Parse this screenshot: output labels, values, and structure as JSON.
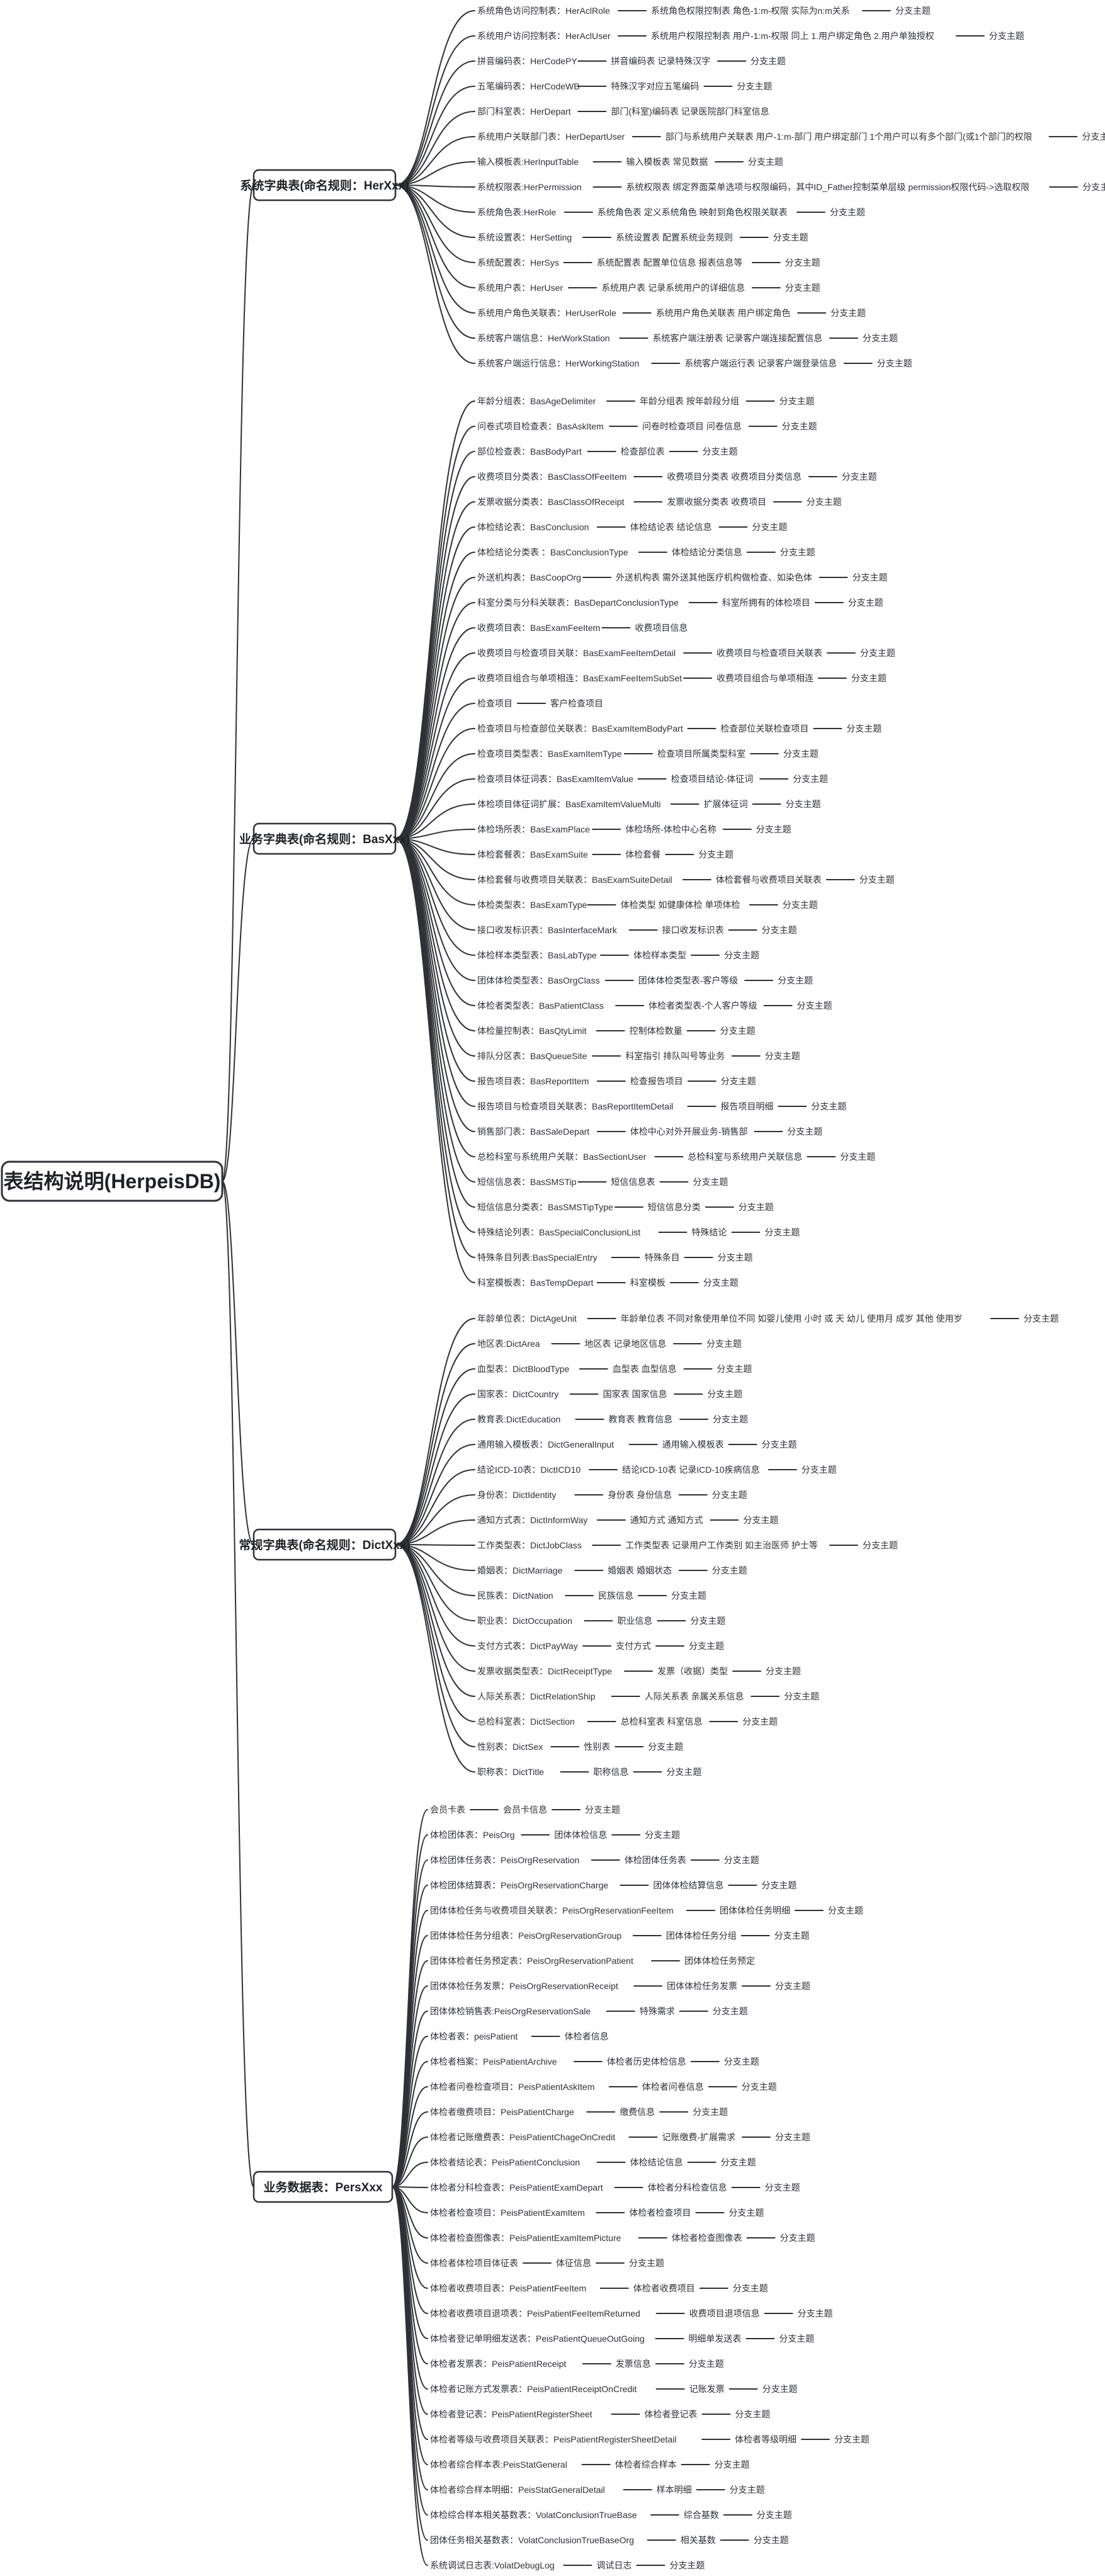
{
  "root": "表结构说明(HerpeisDB)",
  "groups": [
    {
      "label": "系统字典表(命名规则：HerXxx)",
      "items": [
        [
          "系统角色访问控制表：HerAclRole",
          "系统角色权限控制表 角色-1:m-权限 实际为n:m关系",
          "分支主题"
        ],
        [
          "系统用户访问控制表：HerAclUser",
          "系统用户权限控制表 用户-1:m-权限 同上 1.用户绑定角色 2.用户单独授权",
          "分支主题"
        ],
        [
          "拼音编码表：HerCodePY",
          "拼音编码表 记录特殊汉字",
          "分支主题"
        ],
        [
          "五笔编码表：HerCodeWB",
          "特殊汉字对应五笔编码",
          "分支主题"
        ],
        [
          "部门科室表：HerDepart",
          "部门(科室)编码表 记录医院部门科室信息"
        ],
        [
          "系统用户关联部门表：HerDepartUser",
          "部门与系统用户关联表 用户-1:m-部门 用户绑定部门 1个用户可以有多个部门(或1个部门的权限",
          "分支主题"
        ],
        [
          "输入模板表:HerInputTable",
          "输入模板表 常见数据",
          "分支主题"
        ],
        [
          "系统权限表:HerPermission",
          "系统权限表 绑定界面菜单选项与权限编码，其中ID_Father控制菜单层级 permission权限代码->选取权限",
          "分支主题"
        ],
        [
          "系统角色表:HerRole",
          "系统角色表 定义系统角色 映射到角色权限关联表",
          "分支主题"
        ],
        [
          "系统设置表：HerSetting",
          "系统设置表 配置系统业务规则",
          "分支主题"
        ],
        [
          "系统配置表：HerSys",
          "系统配置表 配置单位信息 报表信息等",
          "分支主题"
        ],
        [
          "系统用户表：HerUser",
          "系统用户表 记录系统用户的详细信息",
          "分支主题"
        ],
        [
          "系统用户角色关联表：HerUserRole",
          "系统用户角色关联表 用户绑定角色",
          "分支主题"
        ],
        [
          "系统客户端信息：HerWorkStation",
          "系统客户端注册表 记录客户端连接配置信息",
          "分支主题"
        ],
        [
          "系统客户端运行信息：HerWorkingStation",
          "系统客户端运行表 记录客户端登录信息",
          "分支主题"
        ]
      ]
    },
    {
      "label": "业务字典表(命名规则：BasXxx)",
      "items": [
        [
          "年龄分组表：BasAgeDelimiter",
          "年龄分组表 按年龄段分组",
          "分支主题"
        ],
        [
          "问卷式项目检查表：BasAskItem",
          "问卷时检查项目 问卷信息",
          "分支主题"
        ],
        [
          "部位检查表：BasBodyPart",
          "检查部位表",
          "分支主题"
        ],
        [
          "收费项目分类表：BasClassOfFeeItem",
          "收费项目分类表 收费项目分类信息",
          "分支主题"
        ],
        [
          "发票收据分类表：BasClassOfReceipt",
          "发票收据分类表 收费项目",
          "分支主题"
        ],
        [
          "体检结论表：BasConclusion",
          "体检结论表 结论信息",
          "分支主题"
        ],
        [
          "体检结论分类表 ：BasConclusionType",
          "体检结论分类信息",
          "分支主题"
        ],
        [
          "外送机构表：BasCoopOrg",
          "外送机构表 需外送其他医疗机构做检查、如染色体",
          "分支主题"
        ],
        [
          "科室分类与分科关联表：BasDepartConclusionType",
          "科室所拥有的体检项目",
          "分支主题"
        ],
        [
          "收费项目表：BasExamFeeItem",
          "收费项目信息"
        ],
        [
          "收费项目与检查项目关联：BasExamFeeItemDetail",
          "收费项目与检查项目关联表",
          "分支主题"
        ],
        [
          "收费项目组合与单项相连：BasExamFeeItemSubSet",
          "收费项目组合与单项相连",
          "分支主题"
        ],
        [
          "检查项目",
          "客户检查项目"
        ],
        [
          "检查项目与检查部位关联表：BasExamItemBodyPart",
          "检查部位关联检查项目",
          "分支主题"
        ],
        [
          "检查项目类型表：BasExamItemType",
          "检查项目所属类型科室",
          "分支主题"
        ],
        [
          "检查项目体征词表：BasExamItemValue",
          "检查项目结论-体征词",
          "分支主题"
        ],
        [
          "体检项目体征词扩展：BasExamItemValueMulti",
          "扩展体征词",
          "分支主题"
        ],
        [
          "体检场所表：BasExamPlace",
          "体检场所-体检中心名称",
          "分支主题"
        ],
        [
          "体检套餐表：BasExamSuite",
          "体检套餐",
          "分支主题"
        ],
        [
          "体检套餐与收费项目关联表：BasExamSuiteDetail",
          "体检套餐与收费项目关联表",
          "分支主题"
        ],
        [
          "体检类型表：BasExamType",
          "体检类型 如健康体检 单项体检",
          "分支主题"
        ],
        [
          "接口收发标识表：BasInterfaceMark",
          "接口收发标识表",
          "分支主题"
        ],
        [
          "体检样本类型表：BasLabType",
          "体检样本类型",
          "分支主题"
        ],
        [
          "团体体检类型表：BasOrgClass",
          "团体体检类型表-客户等级",
          "分支主题"
        ],
        [
          "体检者类型表：BasPatientClass",
          "体检者类型表-个人客户等级",
          "分支主题"
        ],
        [
          "体检量控制表：BasQtyLimit",
          "控制体检数量",
          "分支主题"
        ],
        [
          "排队分区表：BasQueueSite",
          "科室指引 排队叫号等业务",
          "分支主题"
        ],
        [
          "报告项目表：BasReportItem",
          "检查报告项目",
          "分支主题"
        ],
        [
          "报告项目与检查项目关联表：BasReportItemDetail",
          "报告项目明细",
          "分支主题"
        ],
        [
          "销售部门表：BasSaleDepart",
          "体检中心对外开展业务-销售部",
          "分支主题"
        ],
        [
          "总检科室与系统用户关联：BasSectionUser",
          "总检科室与系统用户关联信息",
          "分支主题"
        ],
        [
          "短信信息表：BasSMSTip",
          "短信信息表",
          "分支主题"
        ],
        [
          "短信信息分类表：BasSMSTipType",
          "短信信息分类",
          "分支主题"
        ],
        [
          "特殊结论列表：BasSpecialConclusionList",
          "特殊结论",
          "分支主题"
        ],
        [
          "特殊条目列表:BasSpecialEntry",
          "特殊条目",
          "分支主题"
        ],
        [
          "科室模板表：BasTempDepart",
          "科室模板",
          "分支主题"
        ]
      ]
    },
    {
      "label": "常规字典表(命名规则：DictXxx)",
      "items": [
        [
          "年龄单位表：DictAgeUnit",
          "年龄单位表 不同对象使用单位不同 如婴儿使用 小时 或 天 幼儿 使用月 成岁 其他 使用岁",
          "分支主题"
        ],
        [
          "地区表:DictArea",
          "地区表 记录地区信息",
          "分支主题"
        ],
        [
          "血型表：DictBloodType",
          "血型表 血型信息",
          "分支主题"
        ],
        [
          "国家表：DictCountry",
          "国家表 国家信息",
          "分支主题"
        ],
        [
          "教育表:DictEducation",
          "教育表 教育信息",
          "分支主题"
        ],
        [
          "通用输入模板表：DictGeneralInput",
          "通用输入模板表",
          "分支主题"
        ],
        [
          "结论ICD-10表：DictICD10",
          "结论ICD-10表 记录ICD-10疾病信息",
          "分支主题"
        ],
        [
          "身份表：DictIdentity",
          "身份表 身份信息",
          "分支主题"
        ],
        [
          "通知方式表：DictInformWay",
          "通知方式 通知方式",
          "分支主题"
        ],
        [
          "工作类型表：DictJobClass",
          "工作类型表 记录用户工作类别 如主治医师 护士等",
          "分支主题"
        ],
        [
          "婚姻表：DictMarriage",
          "婚姻表 婚姻状态",
          "分支主题"
        ],
        [
          "民族表：DictNation",
          "民族信息",
          "分支主题"
        ],
        [
          "职业表：DictOccupation",
          "职业信息",
          "分支主题"
        ],
        [
          "支付方式表：DictPayWay",
          "支付方式",
          "分支主题"
        ],
        [
          "发票收据类型表：DictReceiptType",
          "发票（收据）类型",
          "分支主题"
        ],
        [
          "人际关系表：DictRelationShip",
          "人际关系表 亲属关系信息",
          "分支主题"
        ],
        [
          "总检科室表：DictSection",
          "总检科室表 科室信息",
          "分支主题"
        ],
        [
          "性别表：DictSex",
          "性别表",
          "分支主题"
        ],
        [
          "职称表：DictTitle",
          "职称信息",
          "分支主题"
        ]
      ]
    },
    {
      "label": "业务数据表：PersXxx",
      "items": [
        [
          "会员卡表",
          "会员卡信息",
          "分支主题"
        ],
        [
          "体检团体表：PeisOrg",
          "团体体检信息",
          "分支主题"
        ],
        [
          "体检团体任务表：PeisOrgReservation",
          "体检团体任务表",
          "分支主题"
        ],
        [
          "体检团体结算表：PeisOrgReservationCharge",
          "团体体检结算信息",
          "分支主题"
        ],
        [
          "团体体检任务与收费项目关联表：PeisOrgReservationFeeItem",
          "团体体检任务明细",
          "分支主题"
        ],
        [
          "团体体检任务分组表：PeisOrgReservationGroup",
          "团体体检任务分组",
          "分支主题"
        ],
        [
          "团体体检者任务预定表：PeisOrgReservationPatient",
          "团体体检任务预定"
        ],
        [
          "团体体检任务发票：PeisOrgReservationReceipt",
          "团体体检任务发票",
          "分支主题"
        ],
        [
          "团体体检销售表:PeisOrgReservationSale",
          "特殊需求",
          "分支主题"
        ],
        [
          "体检者表：peisPatient",
          "体检者信息"
        ],
        [
          "体检者档案：PeisPatientArchive",
          "体检者历史体检信息",
          "分支主题"
        ],
        [
          "体检者问卷检查项目：PeisPatientAskItem",
          "体检者问卷信息",
          "分支主题"
        ],
        [
          "体检者缴费项目：PeisPatientCharge",
          "缴费信息",
          "分支主题"
        ],
        [
          "体检者记账缴费表：PeisPatientChageOnCredit",
          "记账缴费-扩展需求",
          "分支主题"
        ],
        [
          "体检者结论表：PeisPatientConclusion",
          "体检结论信息",
          "分支主题"
        ],
        [
          "体检者分科检查表：PeisPatientExamDepart",
          "体检者分科检查信息",
          "分支主题"
        ],
        [
          "体检者检查项目：PeisPatientExamItem",
          "体检者检查项目",
          "分支主题"
        ],
        [
          "体检者检查图像表：PeisPatientExamItemPicture",
          "体检者检查图像表",
          "分支主题"
        ],
        [
          "体检者体检项目体征表",
          "体征信息",
          "分支主题"
        ],
        [
          "体检者收费项目表：PeisPatientFeeItem",
          "体检者收费项目",
          "分支主题"
        ],
        [
          "体检者收费项目退项表：PeisPatientFeeItemReturned",
          "收费项目退项信息",
          "分支主题"
        ],
        [
          "体检者登记单明细发送表：PeisPatientQueueOutGoing",
          "明细单发送表",
          "分支主题"
        ],
        [
          "体检者发票表：PeisPatientReceipt",
          "发票信息",
          "分支主题"
        ],
        [
          "体检者记账方式发票表：PeisPatientReceiptOnCredit",
          "记账发票",
          "分支主题"
        ],
        [
          "体检者登记表：PeisPatientRegisterSheet",
          "体检者登记表",
          "分支主题"
        ],
        [
          "体检者等级与收费项目关联表：PeisPatientRegisterSheetDetail",
          "体检者等级明细",
          "分支主题"
        ],
        [
          "体检者综合样本表:PeisStatGeneral",
          "体检者综合样本",
          "分支主题"
        ],
        [
          "体检者综合样本明细：PeisStatGeneralDetail",
          "样本明细",
          "分支主题"
        ],
        [
          "体检综合样本相关基数表：VolatConclusionTrueBase",
          "综合基数",
          "分支主题"
        ],
        [
          "团体任务相关基数表：VolatConclusionTrueBaseOrg",
          "相关基数",
          "分支主题"
        ],
        [
          "系统调试日志表:VolatDebugLog",
          "调试日志",
          "分支主题"
        ]
      ]
    }
  ]
}
